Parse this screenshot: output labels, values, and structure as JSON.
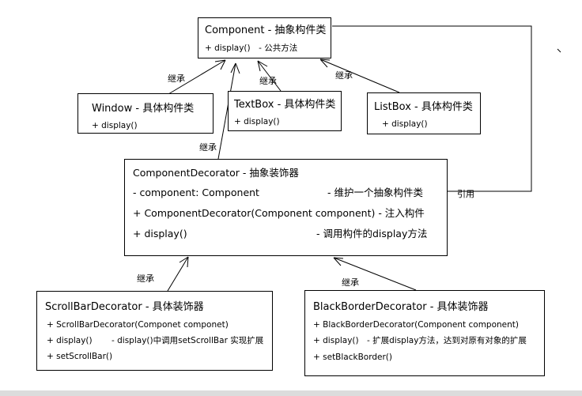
{
  "component": {
    "title": "Component - 抽象构件类",
    "member": "+ display()　- 公共方法"
  },
  "window": {
    "title": "Window - 具体构件类",
    "member": "+ display()"
  },
  "textbox": {
    "title": "TextBox - 具体构件类",
    "member": "+ display()"
  },
  "listbox": {
    "title": "ListBox - 具体构件类",
    "member": "+ display()"
  },
  "decorator": {
    "title": "ComponentDecorator - 抽象装饰器",
    "field": "- component: Component",
    "field_note": "- 维护一个抽象构件类",
    "ctor": "+ ComponentDecorator(Component component) - 注入构件",
    "method": "+ display()",
    "method_note": "- 调用构件的display方法"
  },
  "scrollbar": {
    "title": "ScrollBarDecorator - 具体装饰器",
    "ctor": "+ ScrollBarDecorator(Componet componet)",
    "display": "+ display()",
    "display_note": "- display()中调用setScrollBar 实现扩展",
    "extra": "+ setScrollBar()"
  },
  "blackborder": {
    "title": "BlackBorderDecorator - 具体装饰器",
    "ctor": "+ BlackBorderDecorator(Component component)",
    "display": "+ display()",
    "display_note": "- 扩展display方法，达到对原有对象的扩展",
    "extra": "+ setBlackBorder()"
  },
  "labels": {
    "inherit_window": "继承",
    "inherit_textbox": "继承",
    "inherit_listbox": "继承",
    "inherit_decorator": "继承",
    "inherit_scrollbar": "继承",
    "inherit_blackborder": "继承",
    "reference": "引用"
  }
}
